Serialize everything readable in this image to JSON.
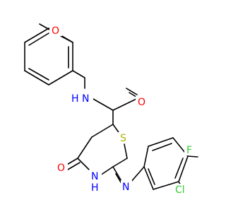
{
  "atoms": {
    "methoxy_o": "O",
    "amide_nh": "N",
    "amide_h": "H",
    "amide_o": "O",
    "ring_s": "S",
    "ring_nh": "N",
    "ring_h": "H",
    "ring_o": "O",
    "imine_n": "N",
    "fluorine": "F",
    "chlorine": "Cl"
  },
  "colors": {
    "bond": "#000000",
    "carbon_text": "#000000",
    "oxygen": "#ff0000",
    "nitrogen": "#0000ff",
    "sulfur": "#b2b200",
    "fluorine": "#32cd32",
    "chlorine": "#32cd32",
    "background": "#ffffff"
  }
}
